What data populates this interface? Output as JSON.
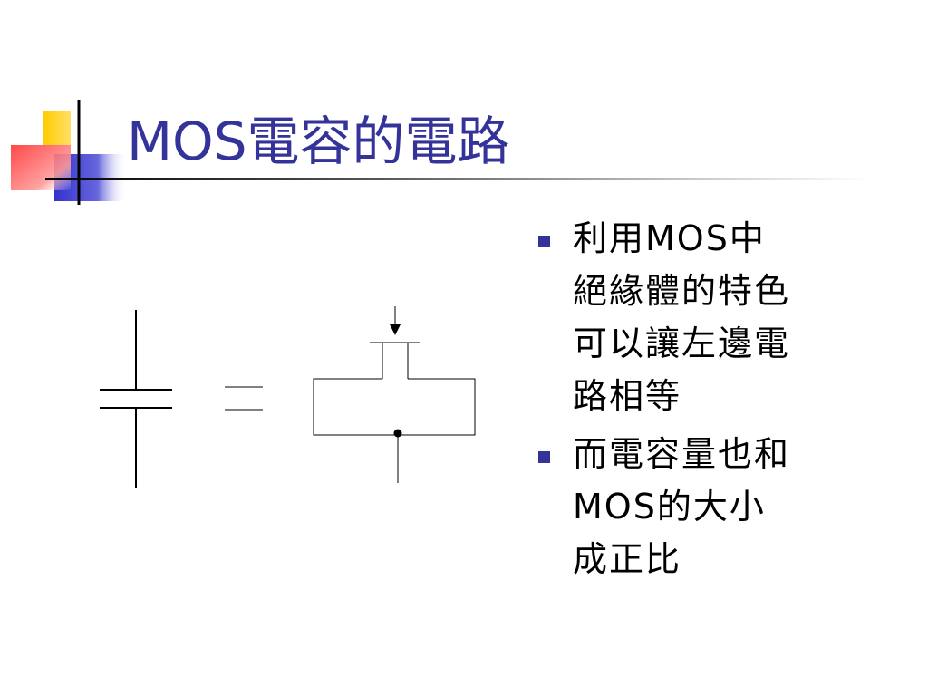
{
  "slide": {
    "title": "MOS電容的電路",
    "bullets": [
      {
        "text": "利用MOS中\n絕緣體的特色\n可以讓左邊電\n路相等"
      },
      {
        "text": "而電容量也和\nMOS的大小\n成正比"
      }
    ]
  },
  "colors": {
    "title": "#333399",
    "bullet_marker": "#333399",
    "deco_yellow": "#ffcc00",
    "deco_blue": "#3333cc",
    "deco_red": "#ff3333"
  }
}
